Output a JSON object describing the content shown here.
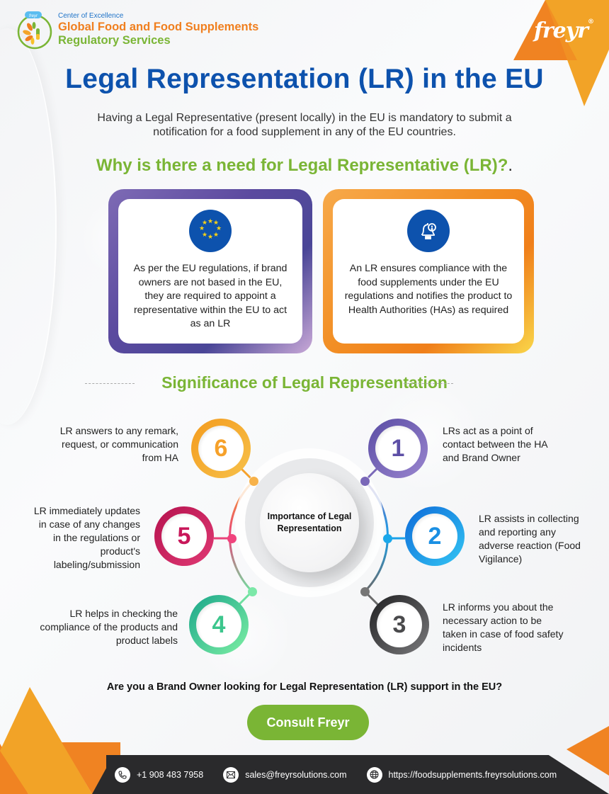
{
  "header": {
    "coe_label": "Center of Excellence",
    "service_line1": "Global Food and Food Supplements",
    "service_line2": "Regulatory Services",
    "logo_badge": "freyr",
    "brand_logo": "freyr",
    "brand_mark": "®"
  },
  "title": "Legal Representation (LR) in the EU",
  "intro": "Having a Legal Representative (present locally) in the EU is mandatory to submit a notification for a food supplement in any of the EU countries.",
  "why": {
    "title": "Why is there a need for Legal Representative (LR)?",
    "trailing": ".",
    "cards": [
      {
        "icon": "eu-flag-icon",
        "text": "As per the EU regulations, if brand owners are not based in the EU, they are required to appoint a representative within the EU to act as an LR"
      },
      {
        "icon": "bell-alert-icon",
        "text": "An LR ensures compliance with the food supplements under the EU regulations and notifies the product to Health Authorities (HAs) as required"
      }
    ]
  },
  "significance": {
    "title": "Significance of Legal Representation",
    "center": "Importance of Legal Representation",
    "items": [
      {
        "num": "1",
        "color": "#6f5fb0",
        "text": "LRs act as a point of contact between the HA and Brand Owner"
      },
      {
        "num": "2",
        "color": "#1a8fe3",
        "text": "LR assists in collecting and reporting any adverse reaction (Food Vigilance)"
      },
      {
        "num": "3",
        "color": "#3a3a3c",
        "text": "LR informs you about the necessary action to be taken in case of food safety incidents"
      },
      {
        "num": "4",
        "color": "#3cc68d",
        "text": "LR helps in checking the compliance of the products and product labels"
      },
      {
        "num": "5",
        "color": "#c8175a",
        "text": "LR immediately updates in case of any changes in the regulations or product's labeling/submission"
      },
      {
        "num": "6",
        "color": "#f6a12a",
        "text": "LR answers to any remark, request, or communication from HA"
      }
    ]
  },
  "cta": {
    "question": "Are you a Brand Owner looking for Legal Representation (LR) support in the EU?",
    "button": "Consult Freyr"
  },
  "footer": {
    "phone": "+1 908 483 7958",
    "email": "sales@freyrsolutions.com",
    "website": "https://foodsupplements.freyrsolutions.com"
  },
  "colors": {
    "title_blue": "#0d52ad",
    "green": "#7ab535",
    "orange": "#f07f1f",
    "footer_dark": "#2a2a2c"
  }
}
